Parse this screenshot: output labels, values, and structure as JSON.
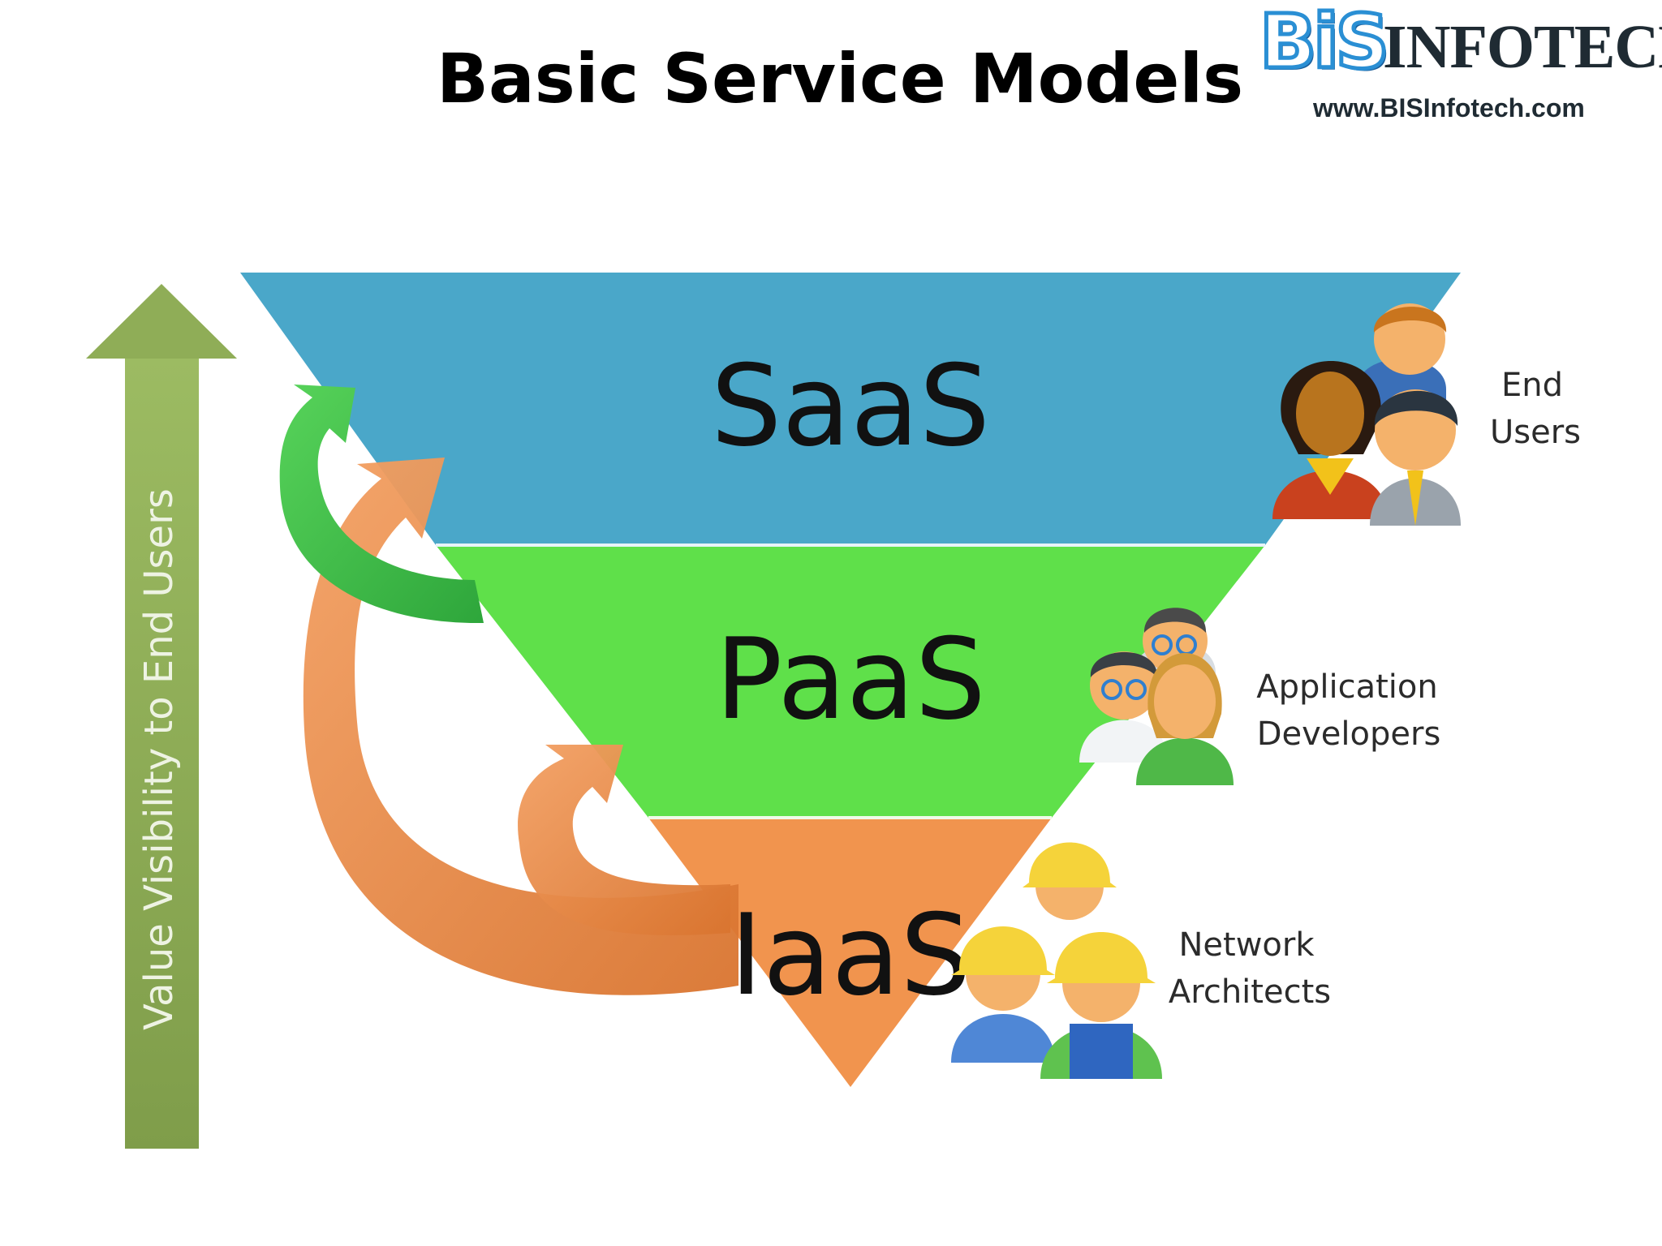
{
  "title": "Basic Service Models",
  "logo": {
    "mark": "BiS",
    "word": "INFOTECH",
    "url": "www.BISInfotech.com"
  },
  "axis": {
    "label": "Value Visibility to End Users",
    "color": "#8fad57"
  },
  "tiers": [
    {
      "label": "SaaS",
      "color": "#4aa7c9"
    },
    {
      "label": "PaaS",
      "color": "#5fe04a"
    },
    {
      "label": "IaaS",
      "color": "#f1944e"
    }
  ],
  "roles": [
    {
      "lines": [
        "End",
        "Users"
      ]
    },
    {
      "lines": [
        "Application",
        "Developers"
      ]
    },
    {
      "lines": [
        "Network",
        "Architects"
      ]
    }
  ],
  "colors": {
    "green_arrow": "#3fbf4b",
    "orange_arrow": "#e8843f"
  }
}
